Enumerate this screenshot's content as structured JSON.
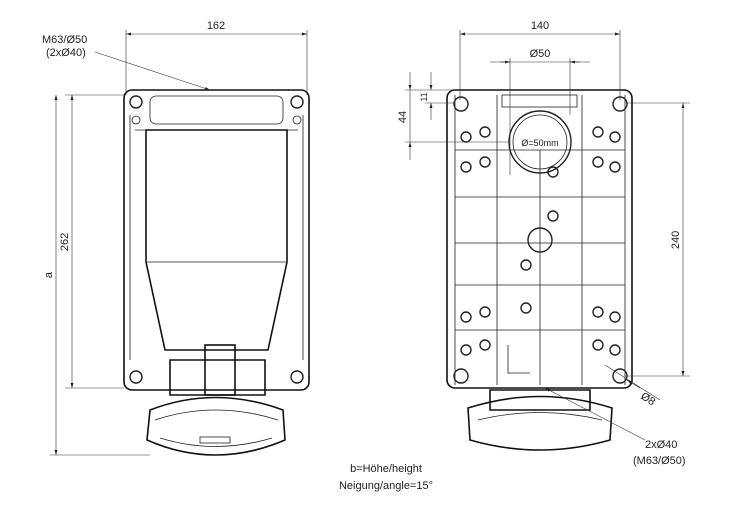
{
  "left_view": {
    "width_dim": "162",
    "height_dim": "262",
    "total_dim": "a",
    "cable_entry": "M63/Ø50",
    "cable_entry_alt": "(2xØ40)"
  },
  "right_view": {
    "width_dim": "140",
    "hole_dim": "Ø50",
    "hole_label": "Ø=50mm",
    "top_offset_dim": "44",
    "top_hole_dim": "11",
    "hole_spacing_dim": "240",
    "screw_hole_dim": "Ø8",
    "cable_entry": "2xØ40",
    "cable_entry_alt": "(M63/Ø50)"
  },
  "notes": {
    "height_note": "b=Höhe/height",
    "angle_note": "Neigung/angle=15°"
  }
}
